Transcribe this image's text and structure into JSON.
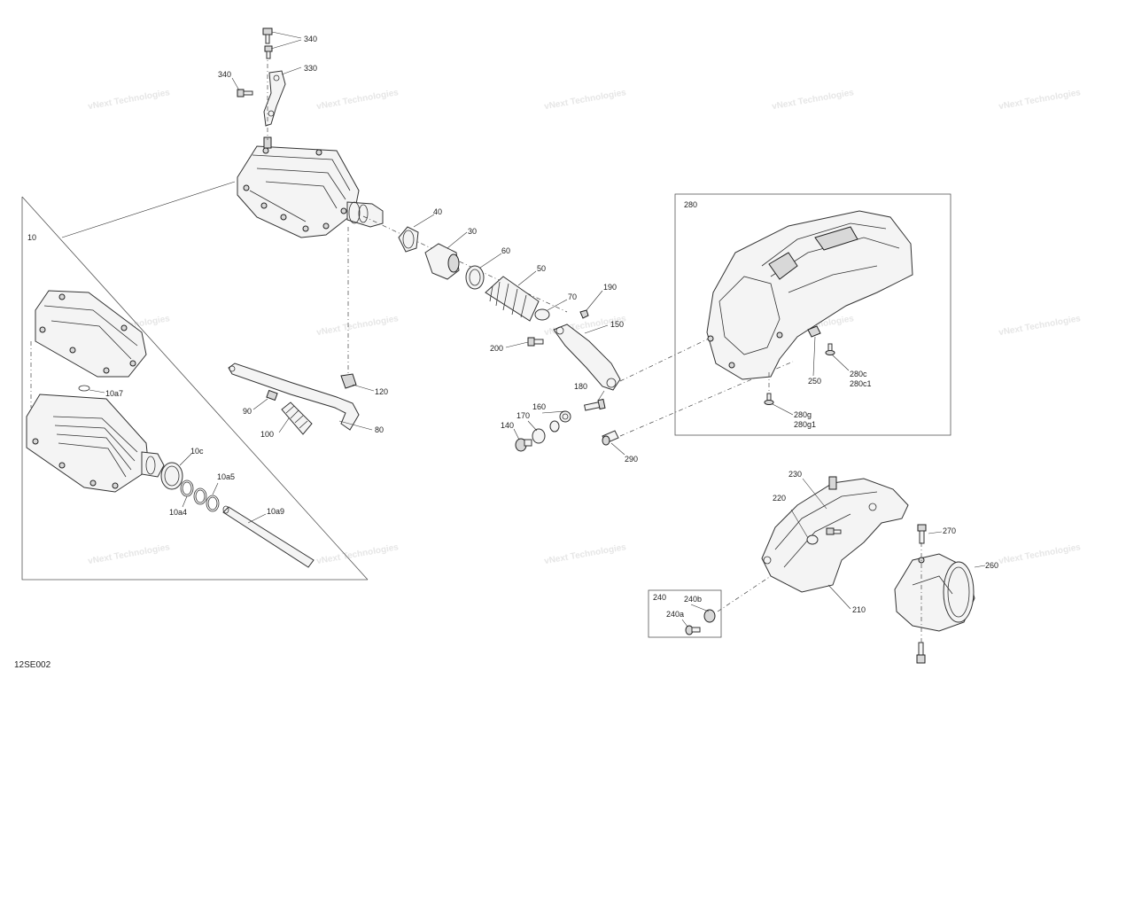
{
  "diagram": {
    "code": "12SE002",
    "watermark_text": "vNext Technologies",
    "callouts": {
      "c340a": "340",
      "c340b": "340",
      "c330": "330",
      "c10": "10",
      "c40": "40",
      "c30": "30",
      "c60": "60",
      "c50": "50",
      "c70": "70",
      "c190": "190",
      "c150": "150",
      "c200": "200",
      "c180": "180",
      "c160": "160",
      "c170": "170",
      "c140": "140",
      "c290": "290",
      "c120": "120",
      "c90": "90",
      "c80": "80",
      "c100": "100",
      "c10a7": "10a7",
      "c10c": "10c",
      "c10a5": "10a5",
      "c10a4": "10a4",
      "c10a9": "10a9",
      "c280": "280",
      "c250": "250",
      "c280c": "280c",
      "c280c1": "280c1",
      "c280g": "280g",
      "c280g1": "280g1",
      "c230": "230",
      "c220": "220",
      "c270": "270",
      "c260": "260",
      "c210": "210",
      "c240": "240",
      "c240b": "240b",
      "c240a": "240a"
    }
  }
}
